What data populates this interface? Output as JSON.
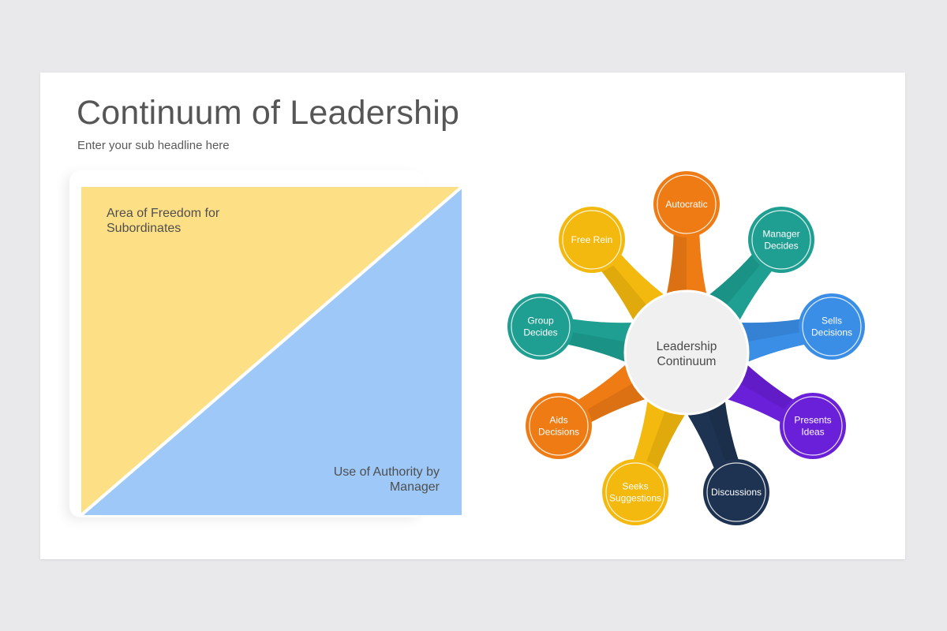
{
  "slide": {
    "title": "Continuum of Leadership",
    "subtitle": "Enter your sub headline here"
  },
  "triangle": {
    "freedom_label": "Area of Freedom for Subordinates",
    "authority_label": "Use of Authority by Manager",
    "freedom_color": "#fddf86",
    "authority_color": "#9dc8f7"
  },
  "wheel": {
    "center": {
      "line1": "Leadership",
      "line2": "Continuum"
    },
    "items": [
      {
        "lines": [
          "Autocratic"
        ],
        "color": "#ee7b14",
        "name": "autocratic"
      },
      {
        "lines": [
          "Manager",
          "Decides"
        ],
        "color": "#1e9f92",
        "name": "manager-decides"
      },
      {
        "lines": [
          "Sells",
          "Decisions"
        ],
        "color": "#3a8ee6",
        "name": "sells-decisions"
      },
      {
        "lines": [
          "Presents",
          "Ideas"
        ],
        "color": "#6a1fd8",
        "name": "presents-ideas"
      },
      {
        "lines": [
          "Discussions"
        ],
        "color": "#1e3352",
        "name": "discussions"
      },
      {
        "lines": [
          "Seeks",
          "Suggestions"
        ],
        "color": "#f4b90e",
        "name": "seeks-suggestions"
      },
      {
        "lines": [
          "Aids",
          "Decisions"
        ],
        "color": "#ee7b14",
        "name": "aids-decisions"
      },
      {
        "lines": [
          "Group",
          "Decides"
        ],
        "color": "#1e9f92",
        "name": "group-decides"
      },
      {
        "lines": [
          "Free Rein"
        ],
        "color": "#f4b90e",
        "name": "free-rein"
      }
    ]
  }
}
